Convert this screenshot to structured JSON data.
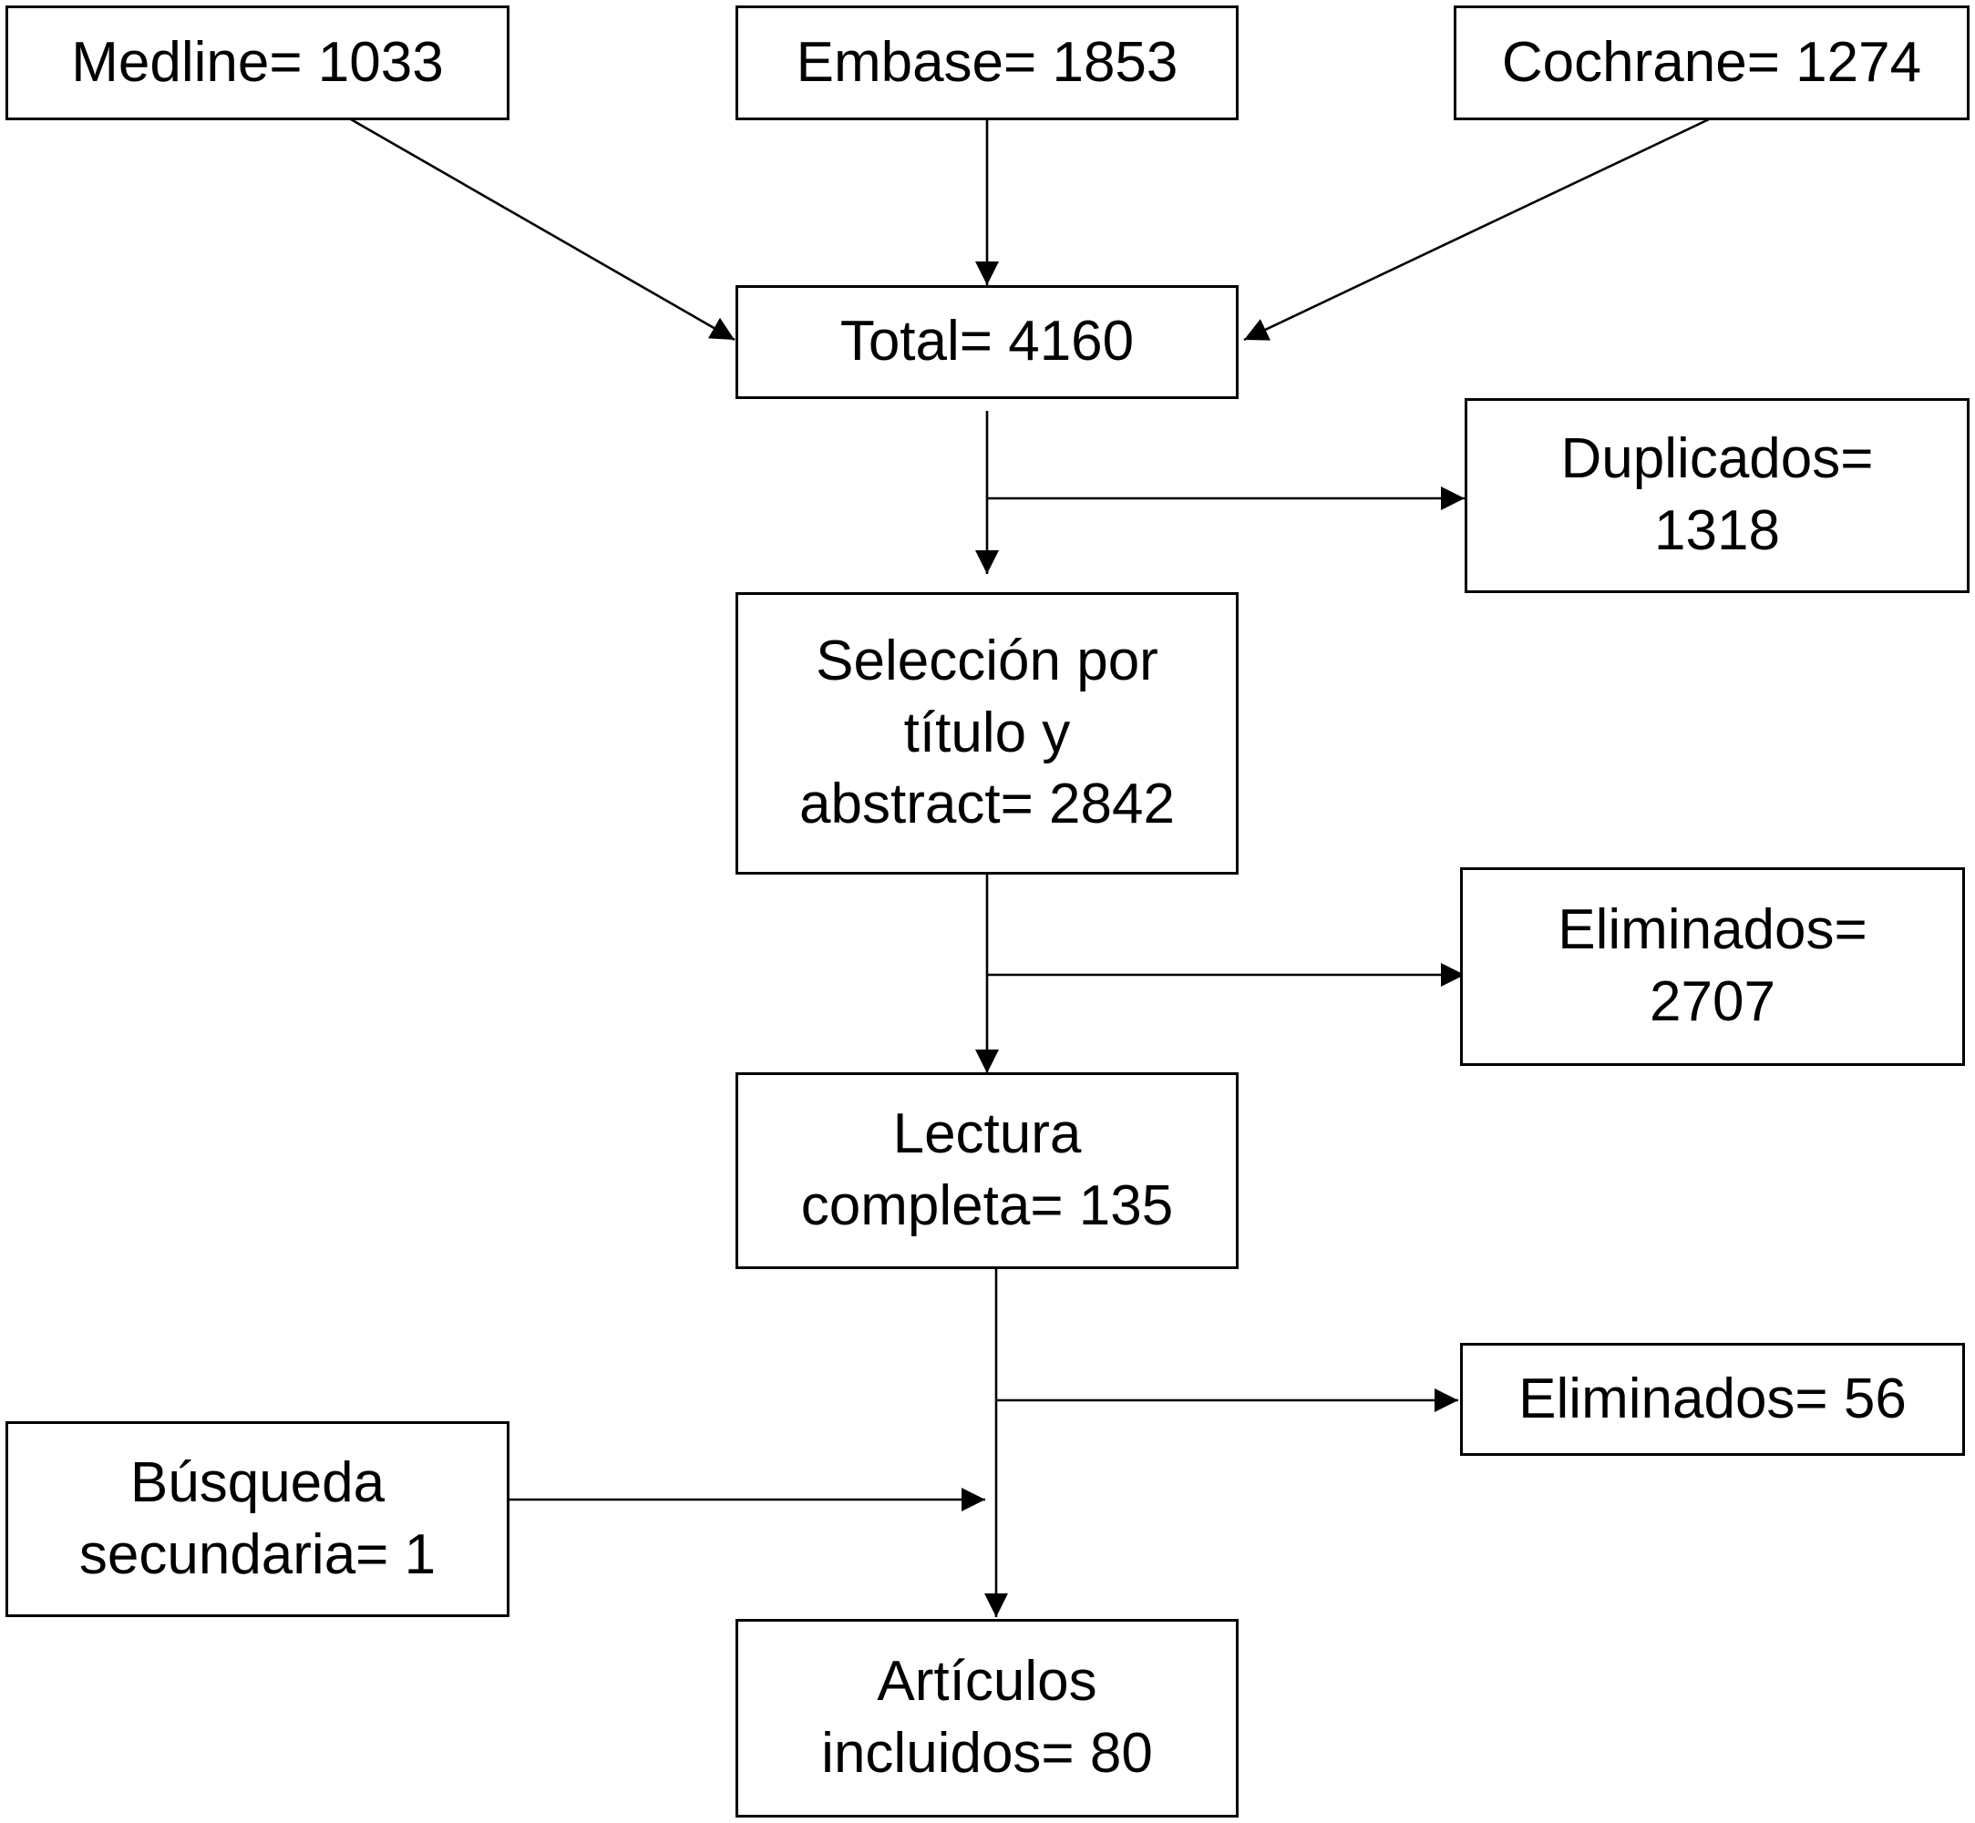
{
  "sources": {
    "medline": "Medline= 1033",
    "embase": "Embase= 1853",
    "cochrane": "Cochrane= 1274"
  },
  "total": "Total= 4160",
  "duplicados": [
    "Duplicados=",
    "1318"
  ],
  "seleccion": [
    "Selección por",
    "título y",
    "abstract= 2842"
  ],
  "eliminados_1": [
    "Eliminados=",
    "2707"
  ],
  "lectura": [
    "Lectura",
    "completa= 135"
  ],
  "eliminados_2": "Eliminados= 56",
  "busqueda": [
    "Búsqueda",
    "secundaria= 1"
  ],
  "articulos": [
    "Artículos",
    "incluidos= 80"
  ]
}
